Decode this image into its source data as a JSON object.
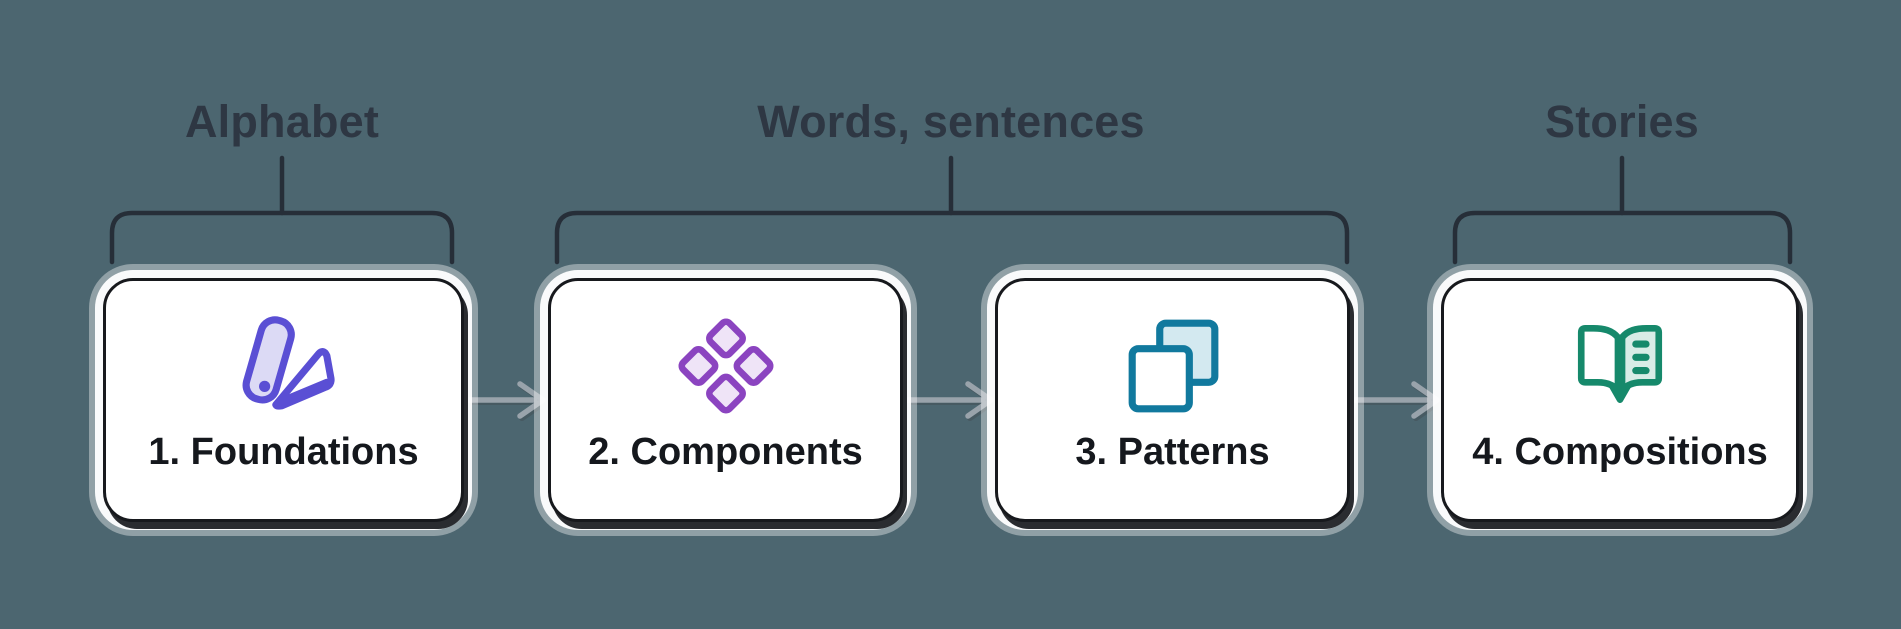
{
  "canvas": {
    "background_color": "#4c6670"
  },
  "connectors": {
    "line_color": "#262e38",
    "arrow_color": "#99a3ab",
    "arrow_shadow_color": "#434b53"
  },
  "group_labels": [
    {
      "label": "Alphabet",
      "color": "#2e3743"
    },
    {
      "label": "Words, sentences",
      "color": "#2e3743"
    },
    {
      "label": "Stories",
      "color": "#2e3743"
    }
  ],
  "cards": [
    {
      "title": "1. Foundations",
      "icon": "swatch-book-icon",
      "accent": "#5a4fd4",
      "icon_fill": "#dcdaf5",
      "title_color": "#15181d"
    },
    {
      "title": "2. Components",
      "icon": "component-diamonds-icon",
      "accent": "#8b44c0",
      "icon_fill": "#efe4f7",
      "title_color": "#15181d"
    },
    {
      "title": "3. Patterns",
      "icon": "overlapping-squares-icon",
      "accent": "#11799e",
      "icon_fill": "#d3e9f0",
      "title_color": "#15181d"
    },
    {
      "title": "4. Compositions",
      "icon": "open-book-icon",
      "accent": "#16896b",
      "icon_fill": "#d8ece6",
      "title_color": "#15181d"
    }
  ]
}
